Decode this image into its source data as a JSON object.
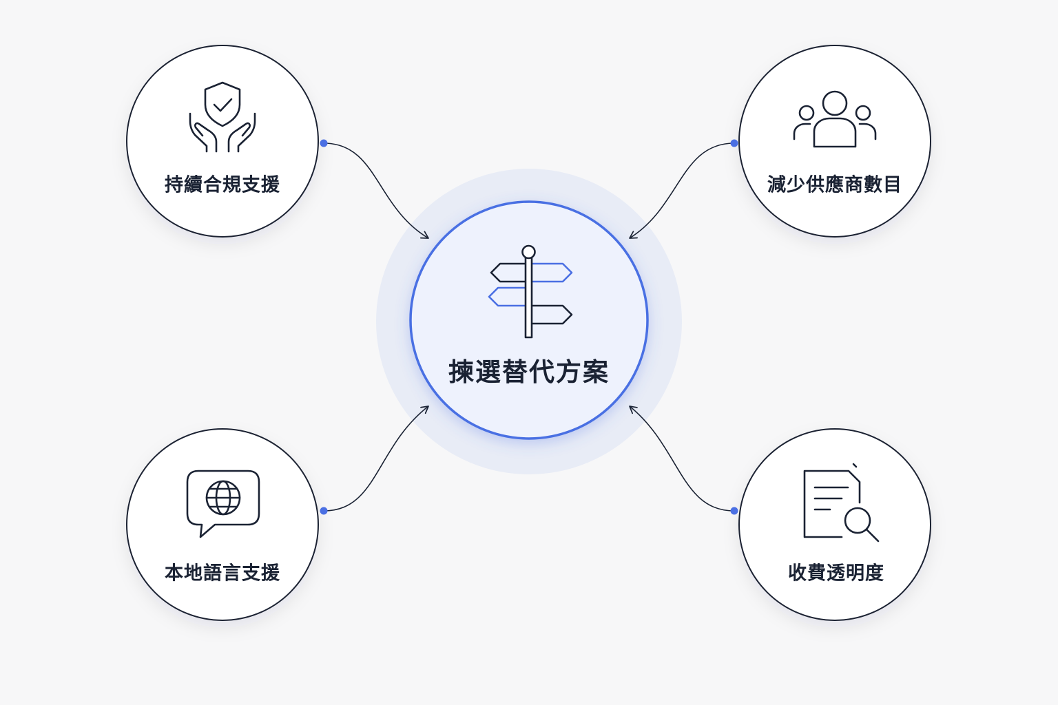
{
  "diagram": {
    "center": {
      "label": "揀選替代方案",
      "icon": "signpost-icon"
    },
    "nodes": [
      {
        "id": "compliance",
        "label": "持續合規支援",
        "icon": "shield-hands-icon"
      },
      {
        "id": "vendors",
        "label": "減少供應商數目",
        "icon": "users-group-icon"
      },
      {
        "id": "language",
        "label": "本地語言支援",
        "icon": "globe-chat-icon"
      },
      {
        "id": "fees",
        "label": "收費透明度",
        "icon": "document-search-icon"
      }
    ],
    "colors": {
      "background": "#f7f7f8",
      "stroke": "#1a2233",
      "accent": "#4a6fe3",
      "center_fill": "#eef2fd",
      "halo": "#e6eaf5"
    }
  }
}
